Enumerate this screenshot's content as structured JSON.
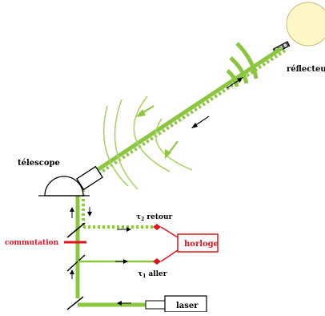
{
  "labels": {
    "reflector": "réflecteur",
    "telescope": "télescope",
    "switching": "commutation",
    "clock": "horloge",
    "laser": "laser",
    "return_tau": "τ",
    "return_sub": "2",
    "return_word": " retour",
    "outbound_tau": "τ",
    "outbound_sub": "1",
    "outbound_word": " aller"
  },
  "colors": {
    "beam": "#8cc63f",
    "beam_dark": "#6faa25",
    "alert": "#e0141e",
    "moon": "#fff8c6",
    "moon_stroke": "#c8b878",
    "ink": "#000000"
  }
}
